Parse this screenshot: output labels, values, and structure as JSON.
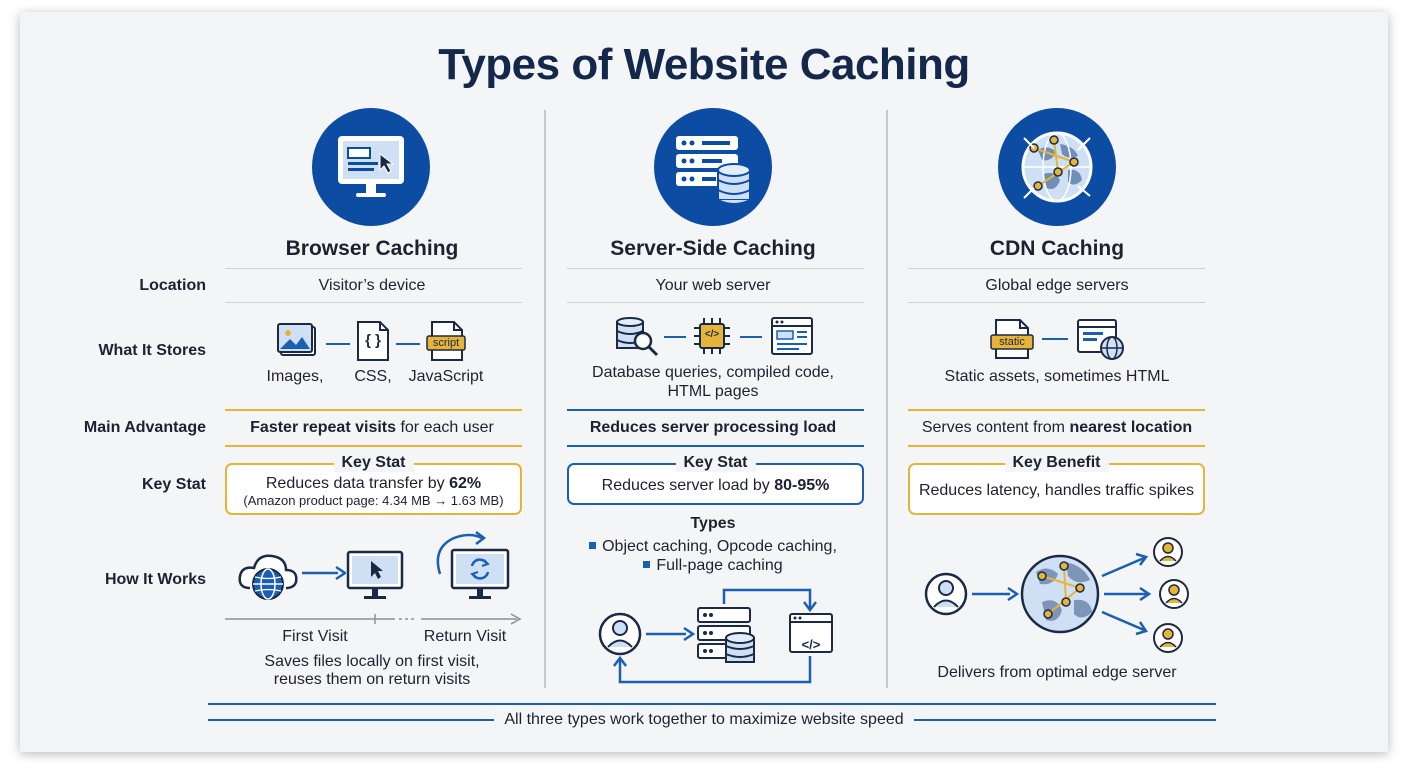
{
  "title": "Types of Website Caching",
  "row_labels": {
    "location": "Location",
    "stores": "What It Stores",
    "advantage": "Main Advantage",
    "stat": "Key Stat",
    "how": "How It Works"
  },
  "browser": {
    "title": "Browser Caching",
    "location": "Visitor’s device",
    "stores_icons": [
      "image-icon",
      "css-file-icon",
      "script-file-icon"
    ],
    "stores_images": "Images,",
    "stores_css": "CSS,",
    "stores_js": "JavaScript",
    "script_badge": "script",
    "css_glyph": "{ }",
    "advantage_bold": "Faster repeat visits",
    "advantage_rest": " for each user",
    "stat_title": "Key Stat",
    "stat_text": "Reduces data transfer by ",
    "stat_value": "62%",
    "stat_note": "(Amazon product page: 4.34 MB → 1.63 MB)",
    "first_visit": "First Visit",
    "return_visit": "Return Visit",
    "how_line1": "Saves files locally on first visit,",
    "how_line2": "reuses them on return visits"
  },
  "server": {
    "title": "Server-Side Caching",
    "location": "Your web server",
    "stores_icons": [
      "database-search-icon",
      "cpu-code-icon",
      "html-page-icon"
    ],
    "chip_glyph": "</>",
    "stores_line1": "Database queries, compiled code,",
    "stores_line2": "HTML pages",
    "advantage": "Reduces server processing load",
    "stat_title": "Key Stat",
    "stat_text": "Reduces server load by ",
    "stat_value": "80-95%",
    "types_title": "Types",
    "types_line1": "Object caching, Opcode caching,",
    "types_line2": "Full-page caching",
    "code_glyph": "</>"
  },
  "cdn": {
    "title": "CDN Caching",
    "location": "Global edge servers",
    "stores_icons": [
      "static-file-icon",
      "web-page-globe-icon"
    ],
    "static_badge": "static",
    "stores": "Static assets, sometimes HTML",
    "advantage_pre": "Serves content from ",
    "advantage_bold": "nearest location",
    "benefit_title": "Key Benefit",
    "benefit_text": "Reduces latency, handles traffic spikes",
    "how": "Delivers from optimal edge server"
  },
  "footer": "All three types work together to maximize website speed",
  "colors": {
    "navy": "#13284a",
    "blue": "#1b5fb1",
    "hero_blue": "#0d4ca3",
    "gold": "#e7b43a",
    "icon_fill": "#cfe0f5"
  }
}
